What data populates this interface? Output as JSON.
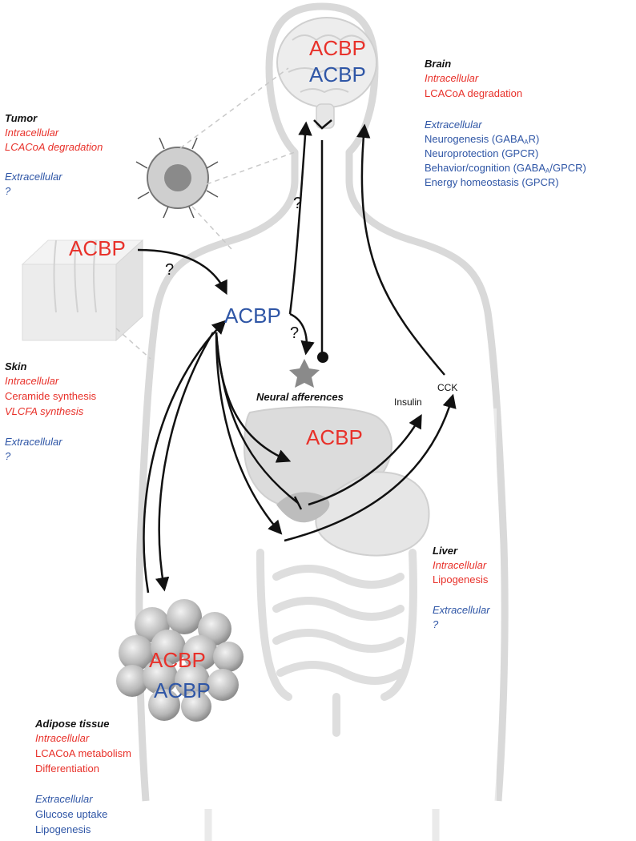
{
  "brain": {
    "acbp_intracellular": "ACBP",
    "acbp_extracellular": "ACBP",
    "title": "Brain",
    "intracellular_label": "Intracellular",
    "intracellular_items": [
      "LCACoA degradation"
    ],
    "extracellular_label": "Extracellular",
    "neurogenesis": "Neurogenesis (GABA",
    "neurogenesis_sub": "A",
    "neurogenesis_end": "R)",
    "neuroprotection": "Neuroprotection (GPCR)",
    "behavior": "Behavior/cognition (GABA",
    "behavior_sub": "A",
    "behavior_end": "/GPCR)",
    "energy": "Energy homeostasis (GPCR)"
  },
  "tumor": {
    "title": "Tumor",
    "intracellular_label": "Intracellular",
    "intracellular_item": "LCACoA degradation",
    "extracellular_label": "Extracellular",
    "extracellular_item": "?"
  },
  "skin": {
    "acbp": "ACBP",
    "title": "Skin",
    "intracellular_label": "Intracellular",
    "item_ceramide": "Ceramide synthesis",
    "item_vlcfa": "VLCFA synthesis",
    "extracellular_label": "Extracellular",
    "extracellular_item": "?"
  },
  "plasma": {
    "acbp": "ACBP"
  },
  "liver": {
    "acbp": "ACBP",
    "title": "Liver",
    "intracellular_label": "Intracellular",
    "intracellular_item": "Lipogenesis",
    "extracellular_label": "Extracellular",
    "extracellular_item": "?"
  },
  "adipose": {
    "acbp_intracellular": "ACBP",
    "acbp_extracellular": "ACBP",
    "title": "Adipose tissue",
    "intracellular_label": "Intracellular",
    "item_lcacoa": "LCACoA metabolism",
    "item_diff": "Differentiation",
    "extracellular_label": "Extracellular",
    "item_glucose": "Glucose uptake",
    "item_lipogenesis": "Lipogenesis"
  },
  "signals": {
    "neural_afferences": "Neural afferences",
    "insulin": "Insulin",
    "cck": "CCK",
    "question_skin": "?",
    "question_brain": "?",
    "question_neural": "?"
  },
  "colors": {
    "intracellular": "#e8312a",
    "extracellular": "#2f56a6",
    "arrows": "#111111",
    "silhouette": "#d9d9d9"
  }
}
